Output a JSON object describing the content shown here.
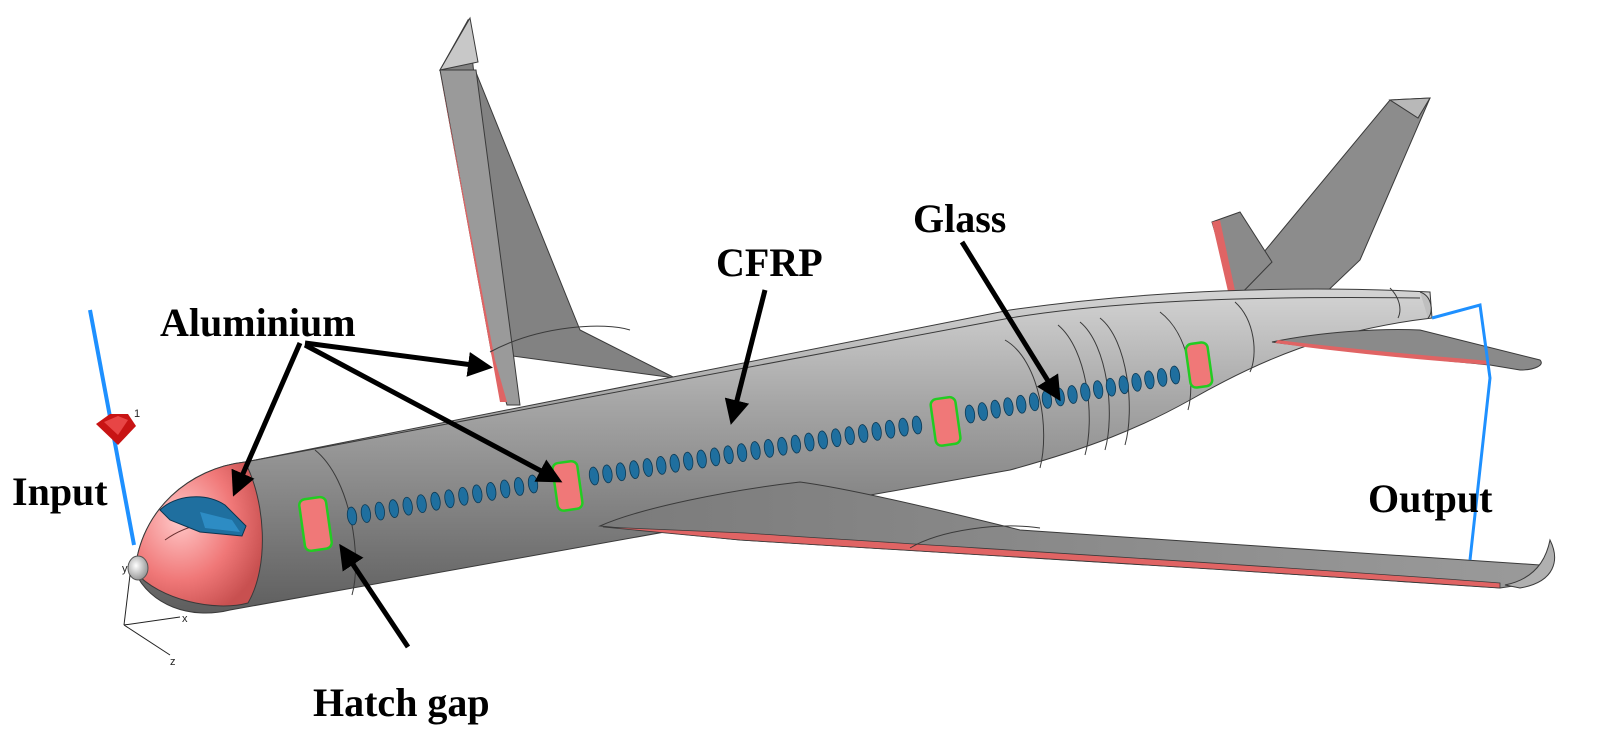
{
  "labels": {
    "aluminium": "Aluminium",
    "cfrp": "CFRP",
    "glass": "Glass",
    "input": "Input",
    "output": "Output",
    "hatch_gap": "Hatch gap"
  },
  "axes": {
    "y": "y",
    "x": "x",
    "z": "z",
    "marker": "1"
  },
  "colors": {
    "body": "#8a8a8a",
    "aluminium": "#f08080",
    "glass": "#1f6f9f",
    "hatch_outline": "#22cc22",
    "wire": "#1e90ff",
    "source": "#cc1111"
  },
  "window_rows": [
    {
      "from": [
        352,
        516
      ],
      "to": [
        533,
        484
      ],
      "count": 14
    },
    {
      "from": [
        594,
        476
      ],
      "to": [
        917,
        425
      ],
      "count": 25
    },
    {
      "from": [
        970,
        414
      ],
      "to": [
        1175,
        375
      ],
      "count": 17
    }
  ]
}
